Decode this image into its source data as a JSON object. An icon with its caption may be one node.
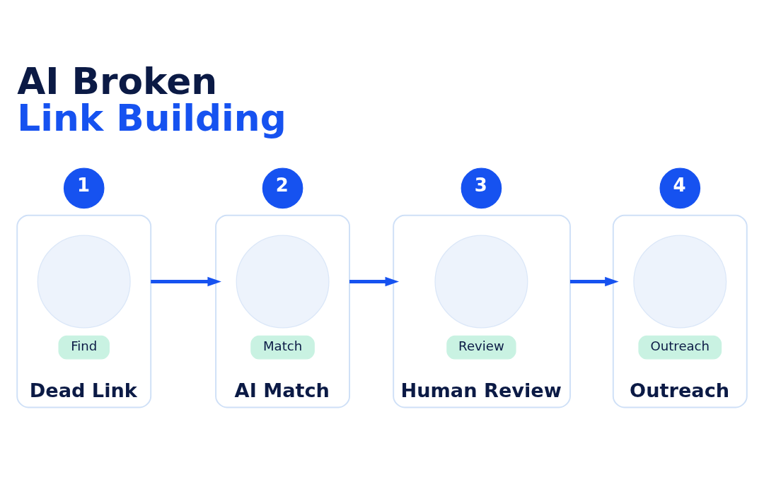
{
  "diagram": {
    "title": "AI Broken Link Building",
    "nodes": [
      {
        "text": [
          "1"
        ]
      },
      {
        "text": [
          "Dead Link"
        ]
      },
      {
        "text": [],
        "shape": "circle",
        "in": 1
      },
      {
        "text": [
          "Find"
        ],
        "in": 1
      },
      {
        "text": [
          "2"
        ]
      },
      {
        "text": [
          "AI Match"
        ]
      },
      {
        "text": [],
        "shape": "circle",
        "in": 5
      },
      {
        "text": [
          "Match"
        ],
        "in": 5
      },
      {
        "text": [
          "3"
        ]
      },
      {
        "text": [
          "Human Review"
        ]
      },
      {
        "text": [],
        "shape": "circle",
        "in": 9
      },
      {
        "text": [
          "Review"
        ],
        "in": 9
      },
      {
        "text": [
          "4"
        ]
      },
      {
        "text": [
          "Outreach"
        ]
      },
      {
        "text": [],
        "shape": "circle",
        "in": 13
      },
      {
        "text": [
          "Outreach"
        ],
        "in": 13
      }
    ],
    "edges": [
      {
        "from": 1,
        "to": 5,
        "arrow": "to"
      },
      {
        "from": 5,
        "to": 9,
        "arrow": "to"
      },
      {
        "from": 9,
        "to": 13,
        "arrow": "to"
      }
    ]
  }
}
